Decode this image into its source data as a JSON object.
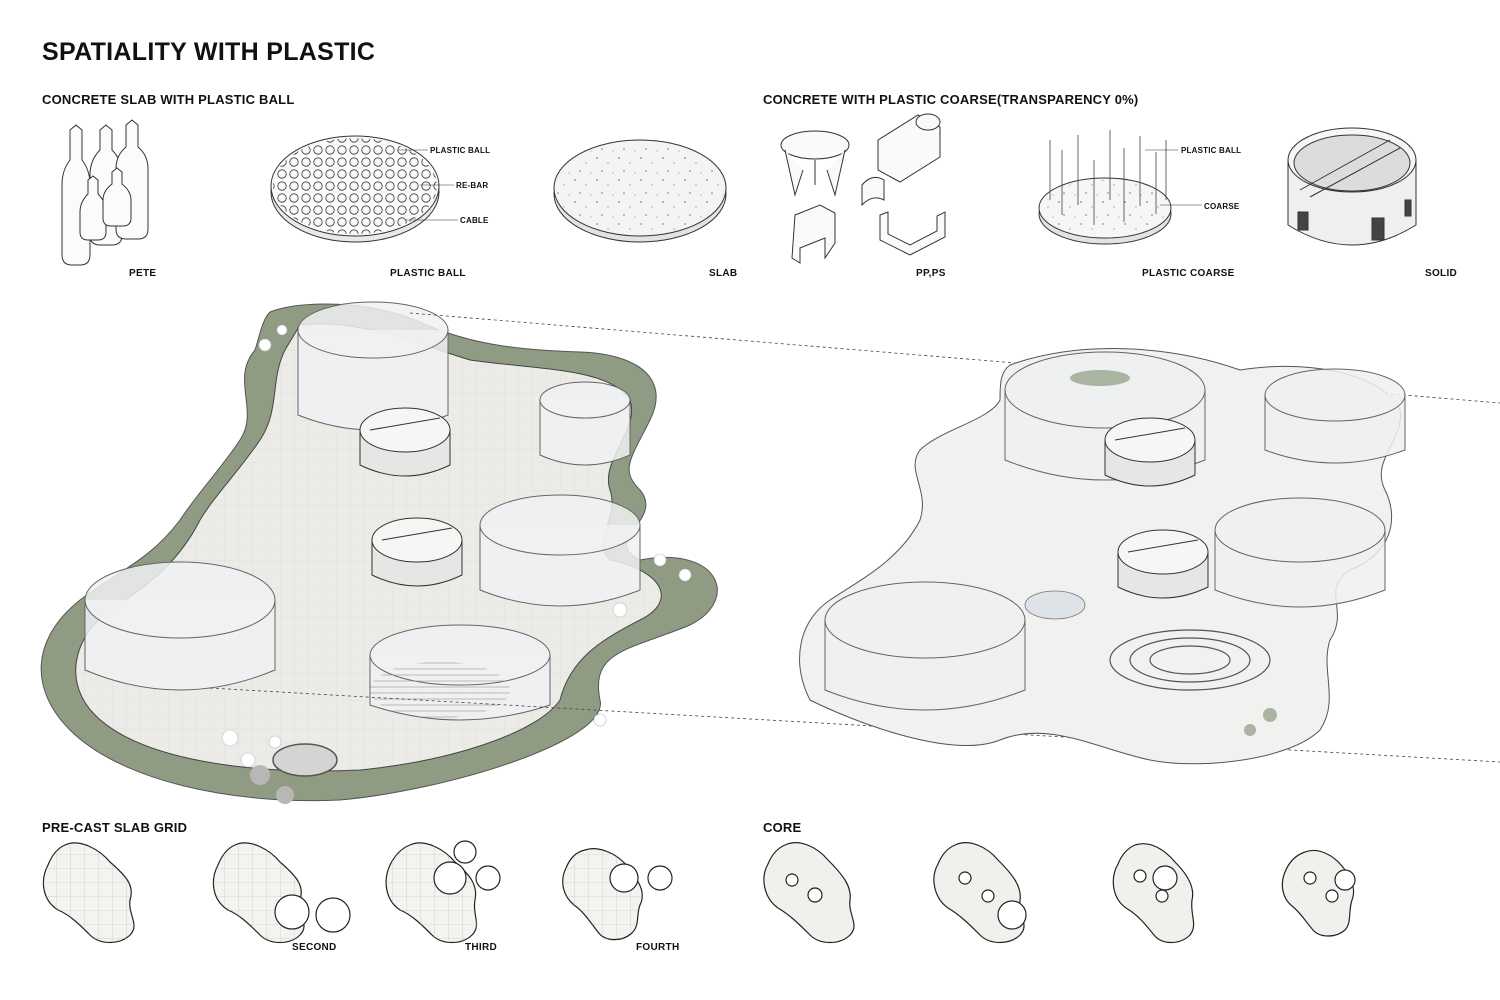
{
  "title": "SPATIALITY WITH PLASTIC",
  "sections": {
    "slab_ball": "CONCRETE SLAB WITH PLASTIC BALL",
    "plastic_coarse": "CONCRETE WITH PLASTIC COARSE(TRANSPARENCY 0%)",
    "precast_grid": "PRE-CAST SLAB GRID",
    "core": "CORE"
  },
  "components": [
    "PETE",
    "PLASTIC BALL",
    "SLAB",
    "PP,PS",
    "PLASTIC COARSE",
    "SOLID"
  ],
  "callouts": {
    "ball_disc": [
      "PLASTIC BALL",
      "RE-BAR",
      "CABLE"
    ],
    "coarse_disc": [
      "PLASTIC BALL",
      "COARSE"
    ]
  },
  "grid_labels": [
    "",
    "SECOND",
    "THIRD",
    "FOURTH"
  ],
  "core_labels": [
    "",
    "",
    "",
    ""
  ],
  "colors": {
    "grass": "#8a9a7c",
    "slab": "#efefec",
    "glass": "#d9dbdd",
    "line": "#222222"
  }
}
